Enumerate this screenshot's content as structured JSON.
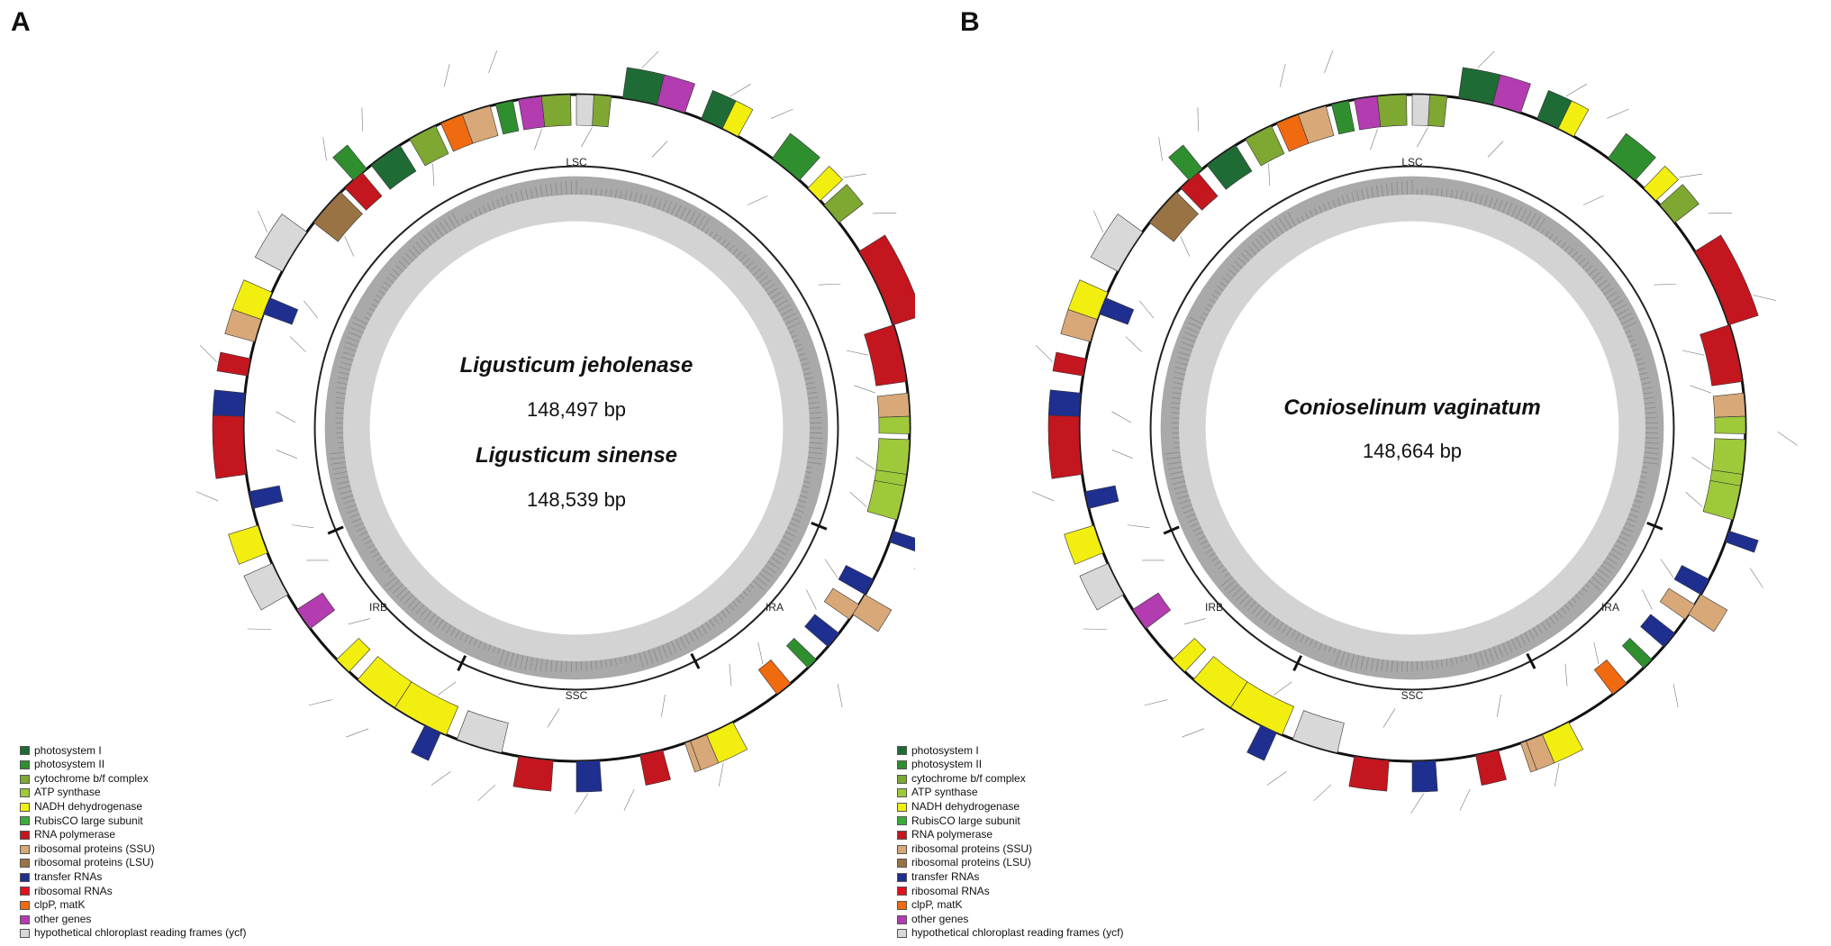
{
  "panels": [
    {
      "letter": "A",
      "species": [
        {
          "name": "Ligusticum jeholenase",
          "length": "148,497 bp"
        },
        {
          "name": "Ligusticum sinense",
          "length": "148,539 bp"
        }
      ],
      "regions": [
        "LSC",
        "IRA",
        "SSC",
        "IRB"
      ]
    },
    {
      "letter": "B",
      "species": [
        {
          "name": "Conioselinum vaginatum",
          "length": "148,664 bp"
        }
      ],
      "regions": [
        "LSC",
        "IRA",
        "SSC",
        "IRB"
      ]
    }
  ],
  "legend": [
    {
      "label": "photosystem I",
      "color": "#1f6b35"
    },
    {
      "label": "photosystem II",
      "color": "#2f8f2f"
    },
    {
      "label": "cytochrome b/f complex",
      "color": "#7ea832"
    },
    {
      "label": "ATP synthase",
      "color": "#9ec93a"
    },
    {
      "label": "NADH dehydrogenase",
      "color": "#f2ee10"
    },
    {
      "label": "RubisCO large subunit",
      "color": "#3bac3b"
    },
    {
      "label": "RNA polymerase",
      "color": "#c3161f"
    },
    {
      "label": "ribosomal proteins (SSU)",
      "color": "#d8a878"
    },
    {
      "label": "ribosomal proteins (LSU)",
      "color": "#9a7345"
    },
    {
      "label": "transfer RNAs",
      "color": "#1e2f8f"
    },
    {
      "label": "ribosomal RNAs",
      "color": "#e0121b"
    },
    {
      "label": "clpP, matK",
      "color": "#f06a10"
    },
    {
      "label": "other genes",
      "color": "#b23cb0"
    },
    {
      "label": "hypothetical chloroplast reading frames (ycf)",
      "color": "#d8d8d8"
    }
  ]
}
